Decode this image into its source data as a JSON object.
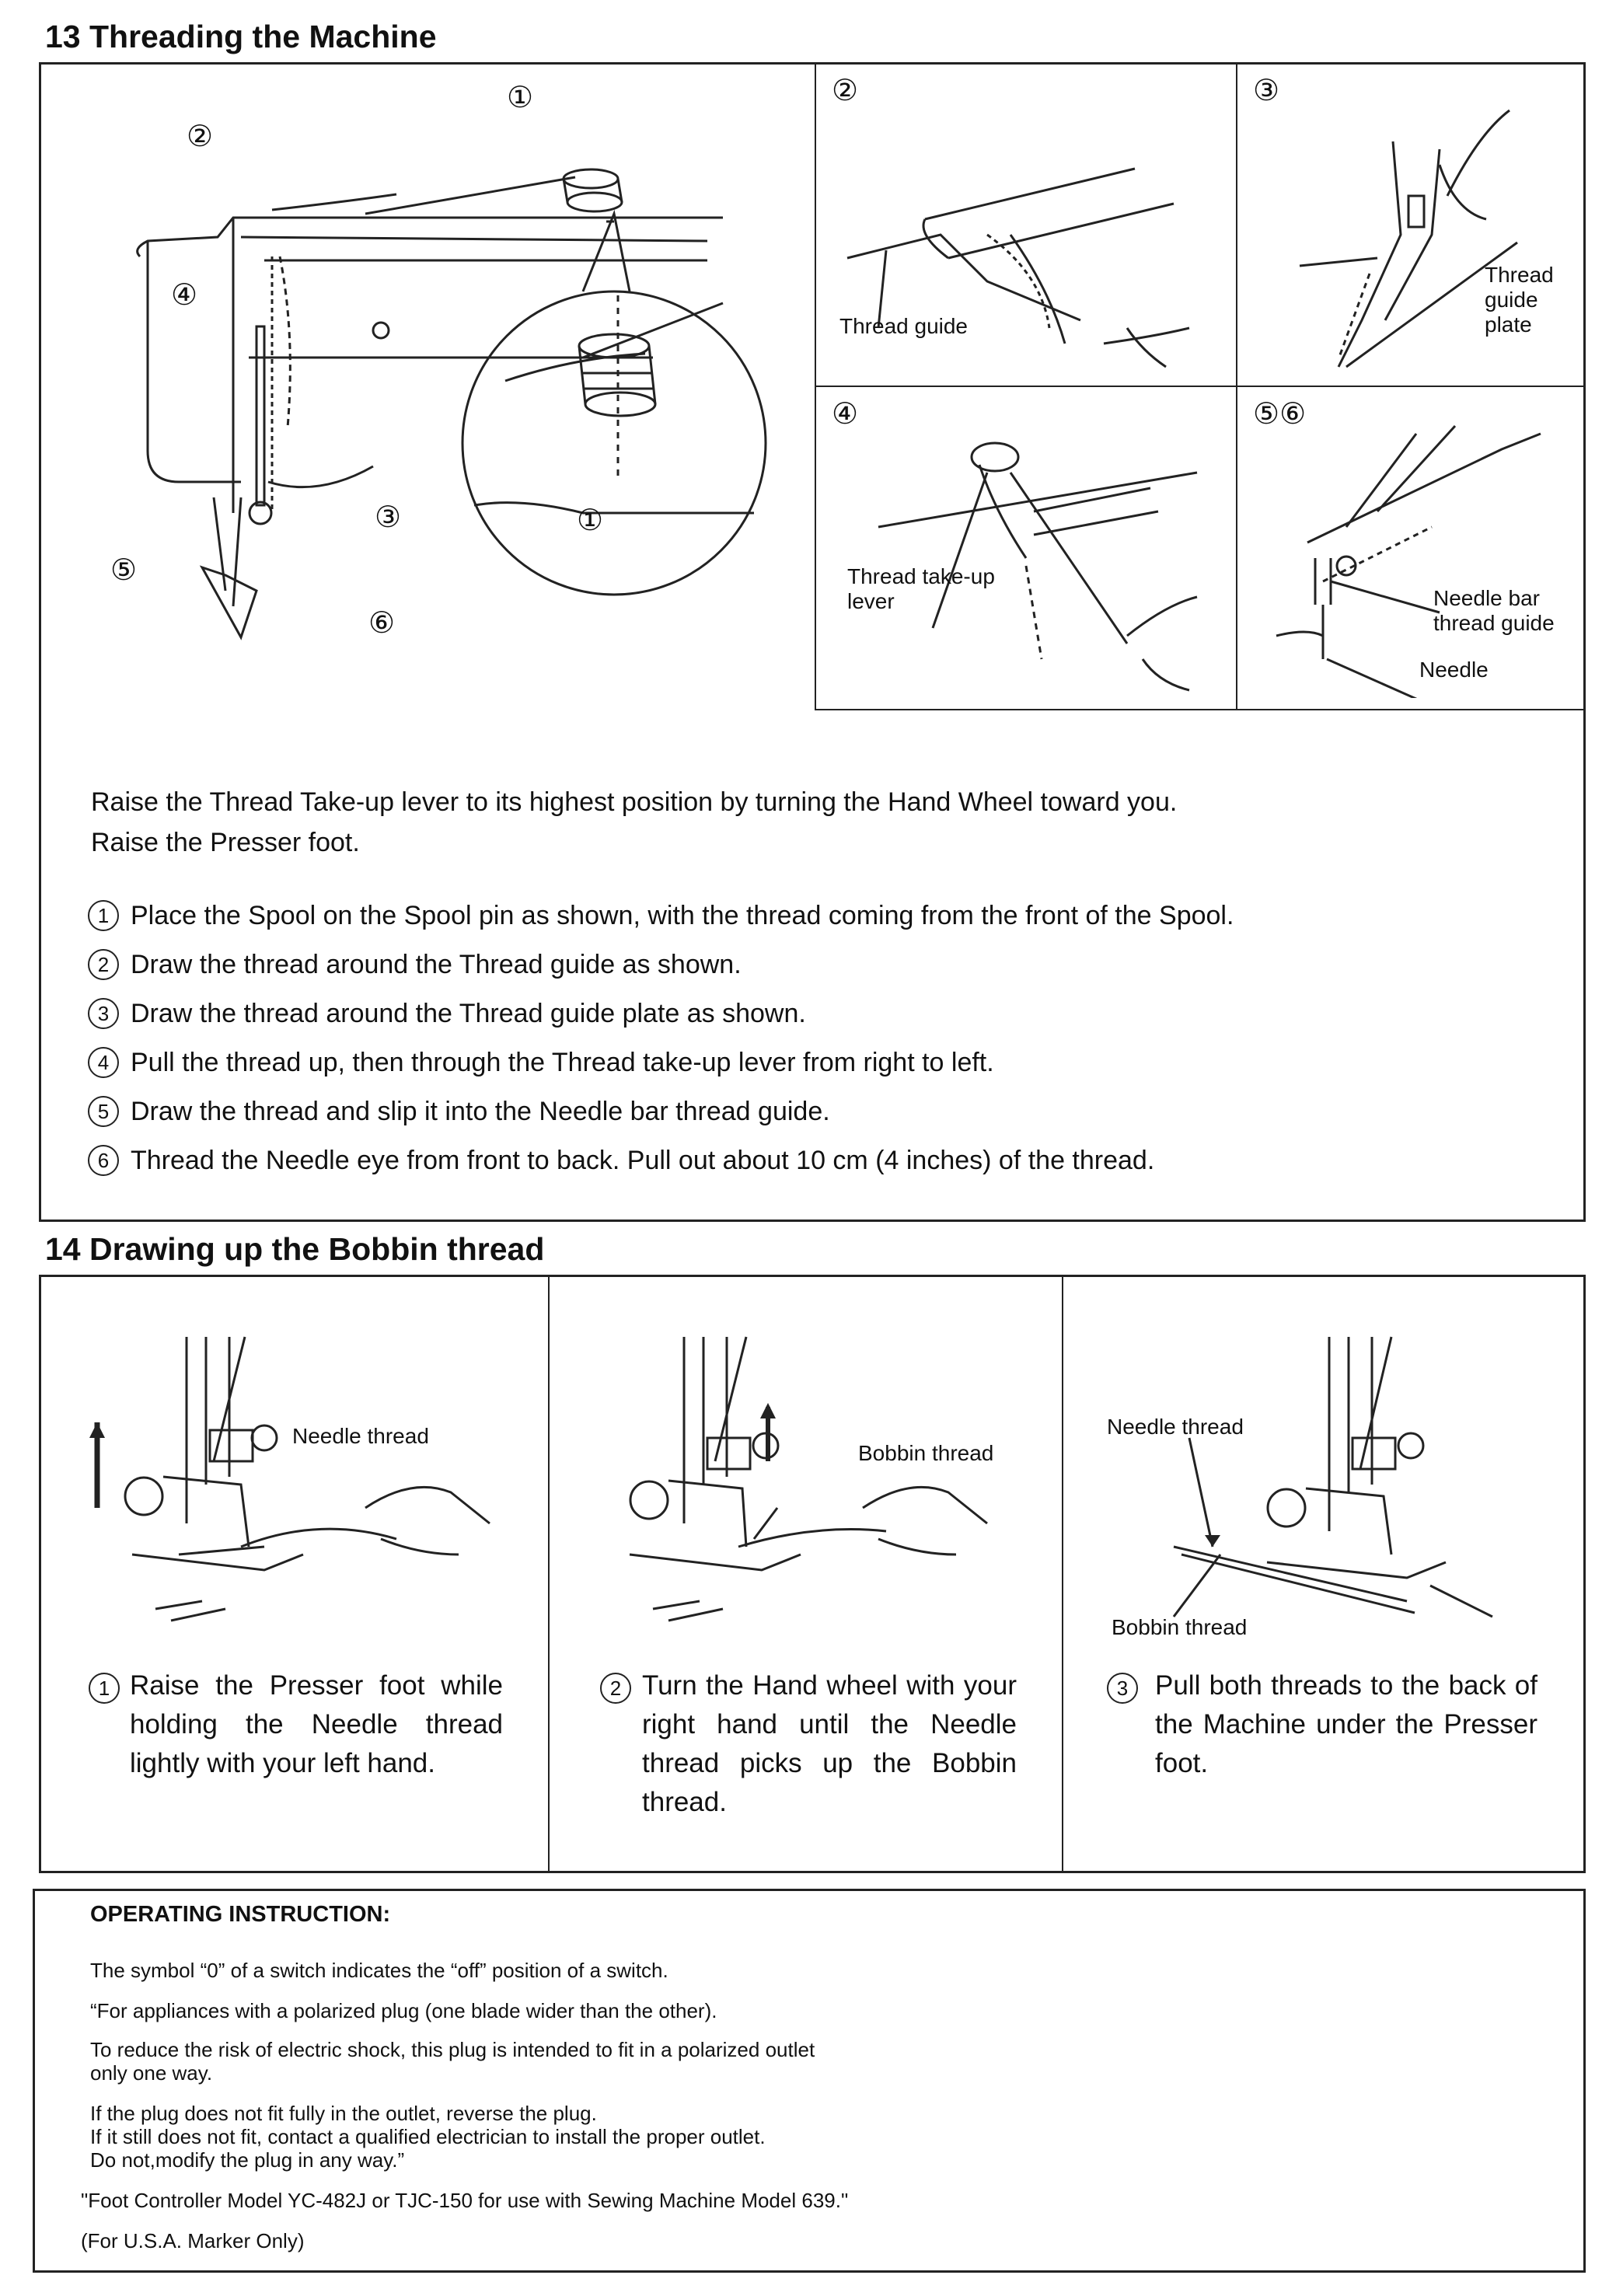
{
  "section13": {
    "title": "13  Threading the Machine",
    "main_figure": {
      "callouts": [
        "①",
        "②",
        "③",
        "④",
        "⑤",
        "⑥",
        "①"
      ]
    },
    "panels": [
      {
        "num": "②",
        "labels": [
          "Thread guide"
        ]
      },
      {
        "num": "③",
        "labels": [
          "Thread",
          "guide",
          "plate"
        ]
      },
      {
        "num": "④",
        "labels": [
          "Thread take-up",
          "lever"
        ]
      },
      {
        "num": "⑤⑥",
        "labels": [
          "Needle bar",
          "thread guide",
          "Needle"
        ]
      }
    ],
    "intro": [
      "Raise the Thread Take-up lever to its highest position by turning the Hand Wheel toward you.",
      "Raise the Presser foot."
    ],
    "steps": [
      {
        "num": "1",
        "text": "Place the Spool on the Spool pin as shown, with the thread coming from the front of the Spool."
      },
      {
        "num": "2",
        "text": "Draw the thread around the Thread guide as shown."
      },
      {
        "num": "3",
        "text": "Draw the thread around the Thread guide plate as shown."
      },
      {
        "num": "4",
        "text": "Pull the thread up, then through the Thread take-up lever from right to left."
      },
      {
        "num": "5",
        "text": "Draw the thread and slip it into the Needle bar thread guide."
      },
      {
        "num": "6",
        "text": "Thread the Needle eye from front to back. Pull out about 10 cm (4 inches) of the thread."
      }
    ]
  },
  "section14": {
    "title": "14  Drawing up the Bobbin thread",
    "columns": [
      {
        "num": "1",
        "labels": [
          "Needle thread"
        ],
        "text": "Raise the Presser foot while holding the Needle thread lightly with your left hand."
      },
      {
        "num": "2",
        "labels": [
          "Bobbin thread"
        ],
        "text": "Turn the Hand wheel with your right hand until the Needle thread picks up the Bobbin thread."
      },
      {
        "num": "3",
        "labels": [
          "Needle thread",
          "Bobbin thread"
        ],
        "text": "Pull both threads to the back of the Machine under the Presser foot."
      }
    ]
  },
  "operating": {
    "heading": "OPERATING INSTRUCTION:",
    "lines": [
      "The symbol “0” of a switch indicates the “off” position of a switch.",
      "“For appliances with a polarized plug (one blade wider than the other).",
      "To reduce the risk of electric shock, this plug is intended to fit in a polarized outlet",
      "only one way.",
      "If the plug does not fit fully in the outlet, reverse the plug.",
      "If it still does not fit, contact a qualified electrician to install the proper outlet.",
      "Do not,modify the plug in any way.”",
      "\"Foot Controller Model YC-482J or TJC-150 for use with Sewing Machine Model 639.\"",
      "(For U.S.A. Marker Only)"
    ]
  }
}
